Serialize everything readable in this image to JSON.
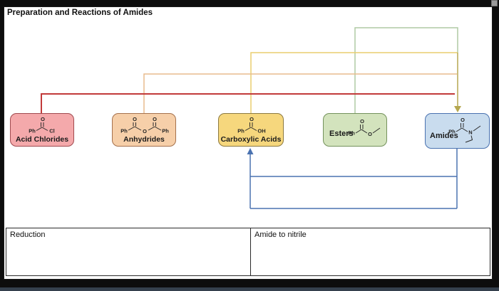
{
  "title": "Preparation and Reactions of Amides",
  "boxes": [
    {
      "label": "Acid Chlorides",
      "fill": "#f4a9ab",
      "border": "#a04a4f",
      "atoms": {
        "carbonyl_o": "O",
        "left": "Ph",
        "right": "Cl"
      }
    },
    {
      "label": "Anhydrides",
      "fill": "#f6cfa9",
      "border": "#a5714d",
      "atoms": {
        "o1": "O",
        "o2": "O",
        "left": "Ph",
        "center_o": "O",
        "right": "Ph"
      }
    },
    {
      "label": "Carboxylic Acids",
      "fill": "#f6d77d",
      "border": "#8c7940",
      "atoms": {
        "carbonyl_o": "O",
        "left": "Ph",
        "right": "OH"
      }
    },
    {
      "label": "Esters",
      "fill": "#d3e3bd",
      "border": "#74925c",
      "atoms": {
        "carbonyl_o": "O",
        "left": "Ph",
        "ester_o": "O"
      }
    },
    {
      "label": "Amides",
      "fill": "#c9dcee",
      "border": "#4a72b0",
      "atoms": {
        "carbonyl_o": "O",
        "left": "Ph",
        "n": "N"
      }
    }
  ],
  "bottom_panels": [
    {
      "label": "Reduction"
    },
    {
      "label": "Amide to nitrile"
    }
  ],
  "colors": {
    "red_line": "#c23a3a",
    "orange_line": "#e9bc8d",
    "yellow_line": "#eace6e",
    "khaki_line": "#b5a74f",
    "green_line": "#afcaa4",
    "blue_line": "#4a72b0"
  }
}
